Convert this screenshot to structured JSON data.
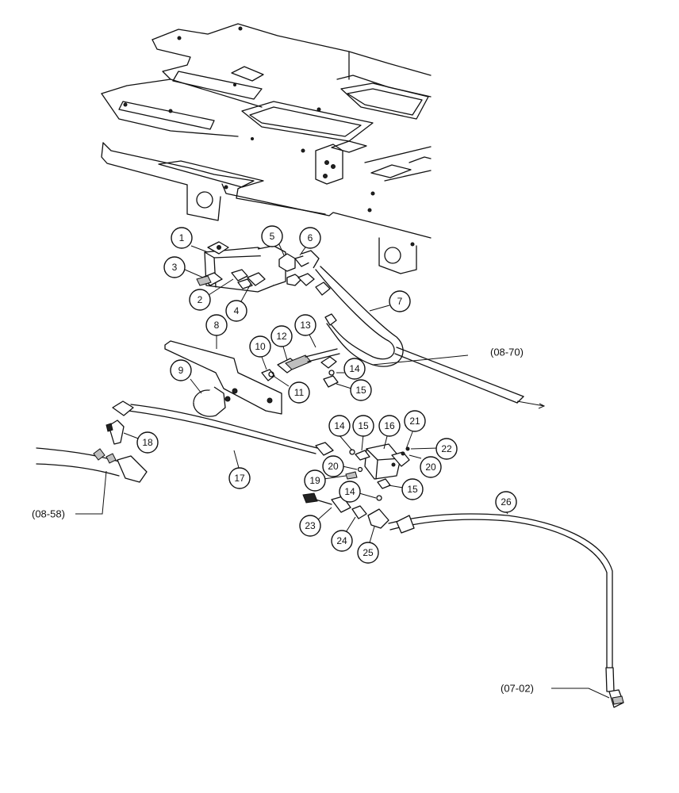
{
  "callouts": [
    {
      "id": "1",
      "label": "1"
    },
    {
      "id": "2",
      "label": "2"
    },
    {
      "id": "3",
      "label": "3"
    },
    {
      "id": "4",
      "label": "4"
    },
    {
      "id": "5",
      "label": "5"
    },
    {
      "id": "6",
      "label": "6"
    },
    {
      "id": "7",
      "label": "7"
    },
    {
      "id": "8",
      "label": "8"
    },
    {
      "id": "9",
      "label": "9"
    },
    {
      "id": "10",
      "label": "10"
    },
    {
      "id": "11",
      "label": "11"
    },
    {
      "id": "12",
      "label": "12"
    },
    {
      "id": "13",
      "label": "13"
    },
    {
      "id": "14a",
      "label": "14"
    },
    {
      "id": "15a",
      "label": "15"
    },
    {
      "id": "14b",
      "label": "14"
    },
    {
      "id": "15b",
      "label": "15"
    },
    {
      "id": "16",
      "label": "16"
    },
    {
      "id": "17",
      "label": "17"
    },
    {
      "id": "18",
      "label": "18"
    },
    {
      "id": "19",
      "label": "19"
    },
    {
      "id": "20a",
      "label": "20"
    },
    {
      "id": "21",
      "label": "21"
    },
    {
      "id": "22",
      "label": "22"
    },
    {
      "id": "20b",
      "label": "20"
    },
    {
      "id": "15c",
      "label": "15"
    },
    {
      "id": "14c",
      "label": "14"
    },
    {
      "id": "23",
      "label": "23"
    },
    {
      "id": "24",
      "label": "24"
    },
    {
      "id": "25",
      "label": "25"
    },
    {
      "id": "26",
      "label": "26"
    }
  ],
  "references": {
    "ref_08_70": "(08-70)",
    "ref_08_58": "(08-58)",
    "ref_07_02": "(07-02)"
  }
}
